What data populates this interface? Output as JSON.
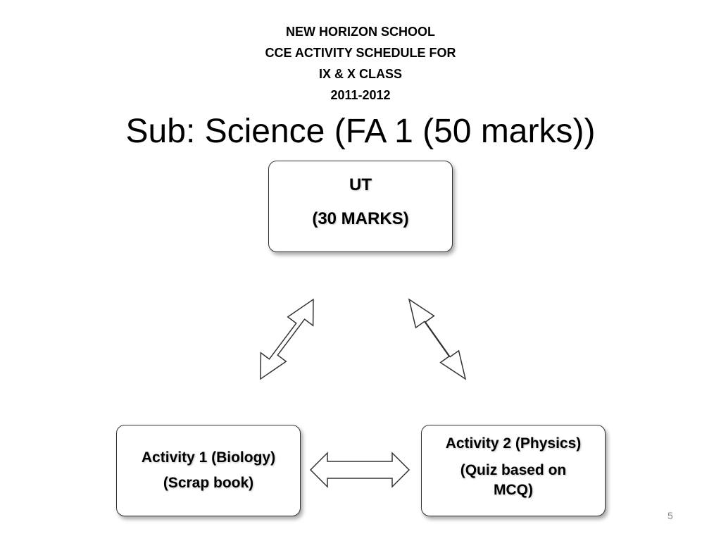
{
  "header": {
    "line1": "NEW HORIZON SCHOOL",
    "line2": "CCE ACTIVITY SCHEDULE FOR",
    "line3": "IX & X CLASS",
    "line4": "2011-2012"
  },
  "title": "Sub: Science (FA 1 (50 marks))",
  "nodes": {
    "ut": {
      "line1": "UT",
      "line2": "(30 MARKS)"
    },
    "activity1": {
      "line1": "Activity 1 (Biology)",
      "line2": "(Scrap book)"
    },
    "activity2": {
      "line1": "Activity 2 (Physics)",
      "line2": "(Quiz based on MCQ)"
    }
  },
  "edges": [
    {
      "from": "ut",
      "to": "activity1",
      "type": "double-arrow"
    },
    {
      "from": "ut",
      "to": "activity2",
      "type": "double-arrow"
    },
    {
      "from": "activity1",
      "to": "activity2",
      "type": "double-arrow"
    }
  ],
  "page_number": "5"
}
